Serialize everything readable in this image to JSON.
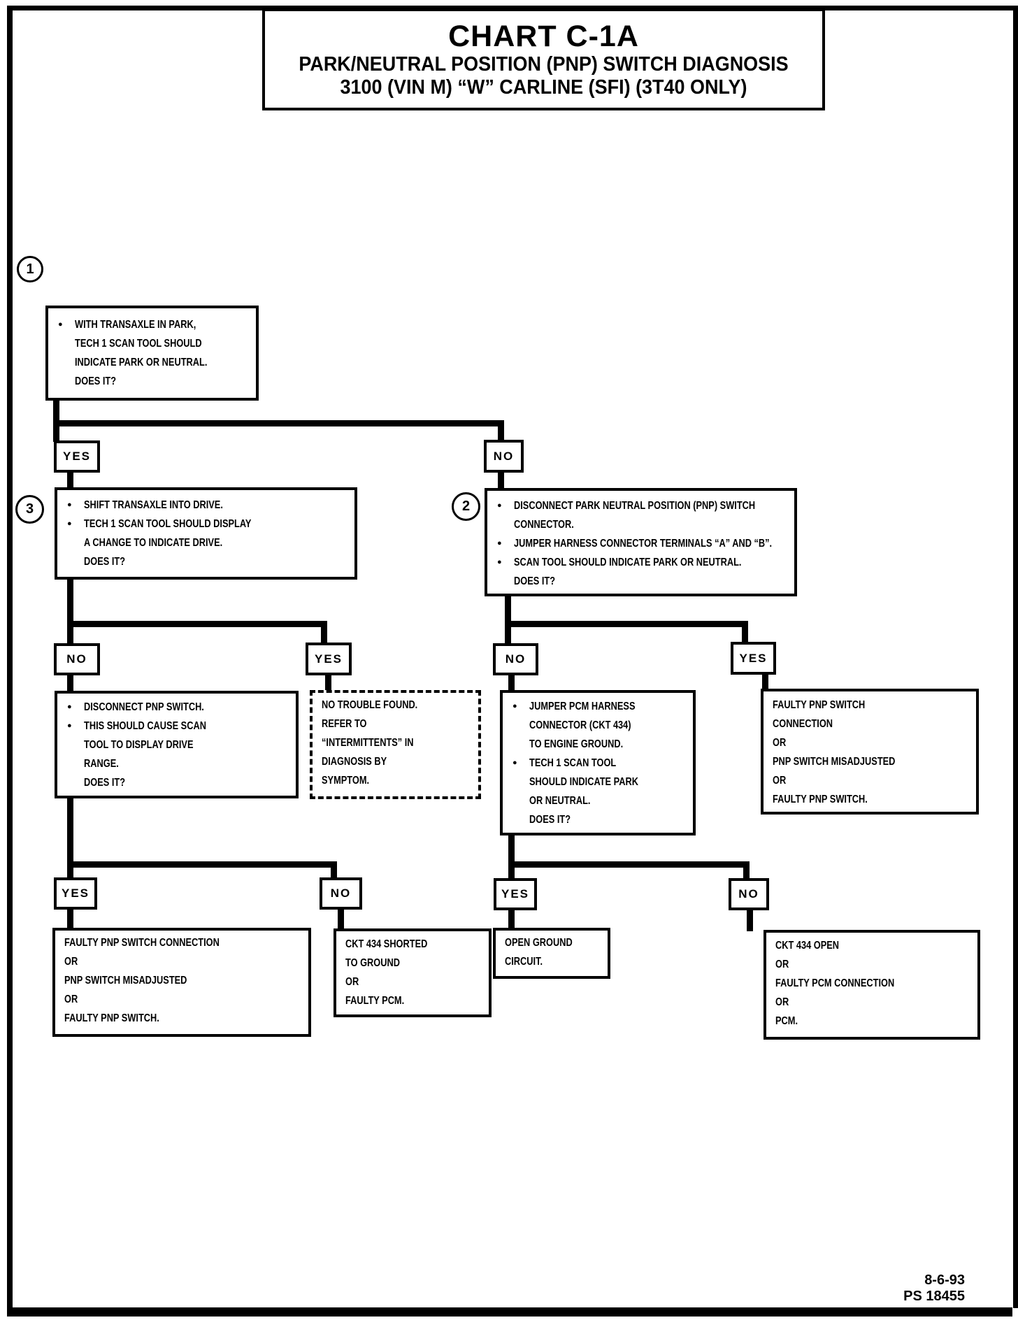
{
  "page": {
    "title": "CHART C-1A",
    "subtitle1": "PARK/NEUTRAL POSITION (PNP) SWITCH DIAGNOSIS",
    "subtitle2": "3100 (VIN M) “W” CARLINE (SFI) (3T40 ONLY)",
    "footer_date": "8-6-93",
    "footer_ref": "PS 18455"
  },
  "glyphs": {
    "bullet": "●"
  },
  "labels": {
    "yes": "YES",
    "no": "NO"
  },
  "steps": {
    "s1": "1",
    "s2": "2",
    "s3": "3"
  },
  "nodes": {
    "q1": {
      "items": [
        "WITH TRANSAXLE IN PARK,\nTECH 1 SCAN TOOL SHOULD\nINDICATE PARK OR NEUTRAL.\nDOES IT?"
      ]
    },
    "q3": {
      "items": [
        "SHIFT TRANSAXLE INTO DRIVE.",
        "TECH 1 SCAN TOOL SHOULD DISPLAY\nA CHANGE TO INDICATE DRIVE.\nDOES IT?"
      ]
    },
    "q2": {
      "items": [
        "DISCONNECT PARK NEUTRAL POSITION (PNP) SWITCH\nCONNECTOR.",
        "JUMPER HARNESS CONNECTOR TERMINALS “A” AND “B”.",
        "SCAN TOOL SHOULD INDICATE PARK OR NEUTRAL.\nDOES IT?"
      ]
    },
    "q4": {
      "items": [
        "DISCONNECT PNP SWITCH.",
        "THIS SHOULD CAUSE SCAN\nTOOL TO DISPLAY DRIVE\nRANGE.\nDOES IT?"
      ]
    },
    "no_trouble": {
      "text": "NO TROUBLE FOUND.\nREFER TO\n“INTERMITTENTS” IN\nDIAGNOSIS BY\nSYMPTOM."
    },
    "q5": {
      "items": [
        "JUMPER PCM HARNESS\nCONNECTOR (CKT 434)\nTO ENGINE GROUND.",
        "TECH 1 SCAN TOOL\nSHOULD INDICATE PARK\nOR NEUTRAL.\nDOES IT?"
      ]
    },
    "faulty_pnp_right": {
      "text": "FAULTY PNP SWITCH\nCONNECTION\nOR\nPNP SWITCH MISADJUSTED\nOR\nFAULTY PNP SWITCH."
    },
    "faulty_pnp_bottom": {
      "text": "FAULTY PNP SWITCH CONNECTION\nOR\nPNP SWITCH MISADJUSTED\nOR\nFAULTY PNP SWITCH."
    },
    "ckt434_shorted": {
      "text": "CKT 434 SHORTED\nTO GROUND\nOR\nFAULTY PCM."
    },
    "open_ground": {
      "text": "OPEN GROUND\nCIRCUIT."
    },
    "ckt434_open": {
      "text": "CKT 434 OPEN\nOR\nFAULTY PCM CONNECTION\nOR\nPCM."
    }
  },
  "colors": {
    "ink": "#000000",
    "paper": "#ffffff"
  }
}
